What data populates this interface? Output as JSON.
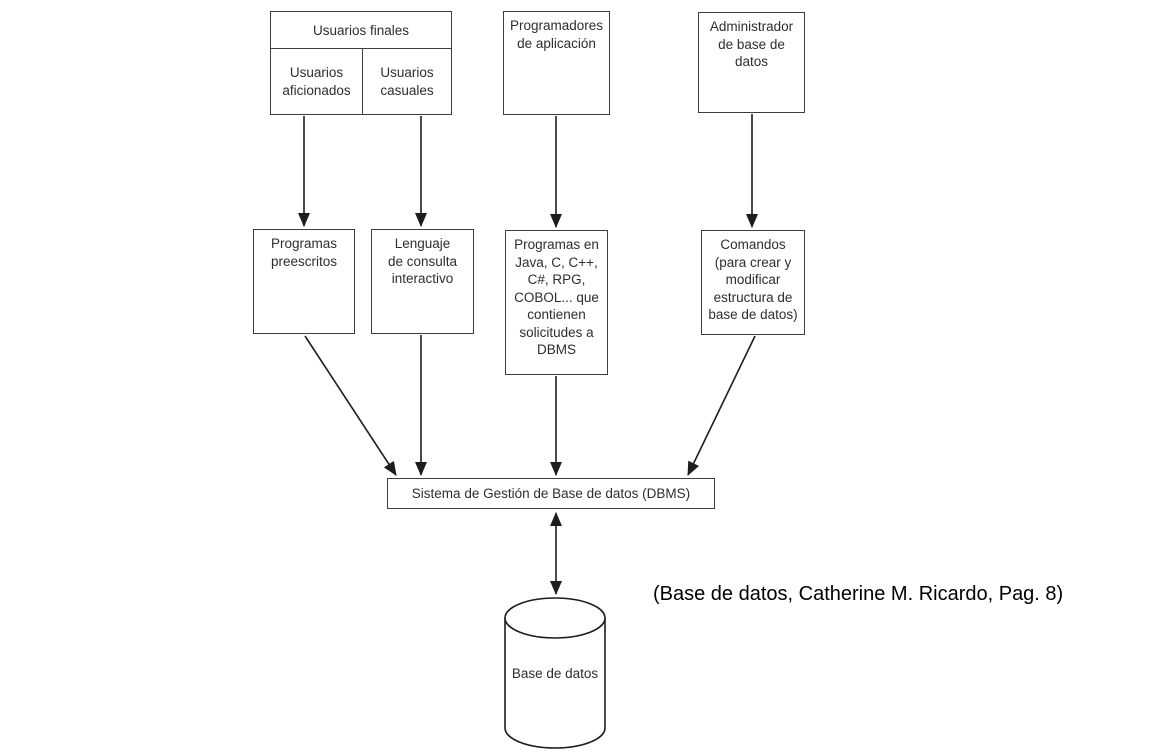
{
  "diagram": {
    "colors": {
      "background": "#ffffff",
      "box_border": "#3e3e3e",
      "line": "#1d1d1d",
      "text": "#2e2e2e"
    },
    "nodes": {
      "usuarios_finales": "Usuarios finales",
      "usuarios_aficionados": "Usuarios\naficionados",
      "usuarios_casuales": "Usuarios\ncasuales",
      "programadores": "Programadores\nde aplicación",
      "administrador": "Administrador\nde base de\ndatos",
      "programas_preescritos": "Programas\npreescritos",
      "lenguaje_consulta": "Lenguaje\nde consulta\ninteractivo",
      "programas_lenguajes": "Programas en\nJava, C, C++,\nC#, RPG,\nCOBOL... que\ncontienen\nsolicitudes a\nDBMS",
      "comandos": "Comandos\n(para crear y\nmodificar\nestructura de\nbase de datos)",
      "dbms": "Sistema de Gestión de Base de datos (DBMS)",
      "base_de_datos": "Base de datos"
    },
    "citation": "(Base de datos, Catherine M. Ricardo, Pag. 8)"
  }
}
